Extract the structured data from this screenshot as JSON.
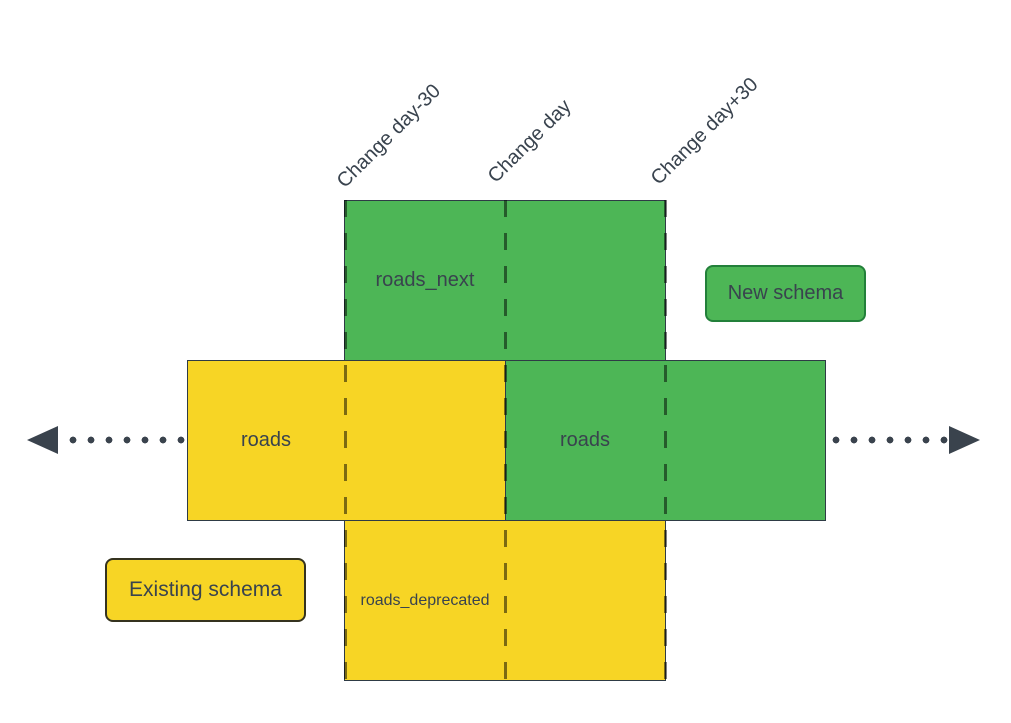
{
  "diagram": {
    "timeline": {
      "labels": [
        {
          "label": "Change day-30"
        },
        {
          "label": "Change day"
        },
        {
          "label": "Change day+30"
        }
      ]
    },
    "boxes": {
      "roads_next": {
        "label": "roads_next",
        "color": "green"
      },
      "roads_existing": {
        "label": "roads",
        "color": "yellow"
      },
      "roads_new": {
        "label": "roads",
        "color": "green"
      },
      "roads_deprecated": {
        "label": "roads_deprecated",
        "color": "yellow"
      }
    },
    "legend": {
      "new_schema": {
        "label": "New schema",
        "color": "green"
      },
      "existing_schema": {
        "label": "Existing schema",
        "color": "yellow"
      }
    },
    "colors": {
      "green": "#4db656",
      "yellow": "#f7d525",
      "border_dark": "#2e3b45",
      "text_dark": "#39434e",
      "arrow": "#3a434d",
      "green_border": "#23803a",
      "yellow_border": "#35331f",
      "dash": "rgba(0,0,0,0.5)"
    }
  }
}
